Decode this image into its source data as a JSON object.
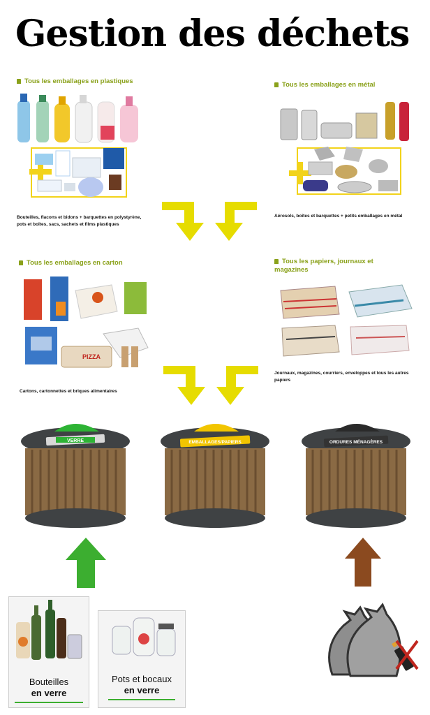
{
  "title": "Gestion des déchets",
  "sections": {
    "plastique": {
      "heading": "Tous les emballages en plastiques",
      "caption": "Bouteilles, flacons et bidons + barquettes en polystyrène, pots et boîtes, sacs, sachets et films plastiques"
    },
    "metal": {
      "heading": "Tous les emballages en métal",
      "caption": "Aérosols, boîtes et barquettes + petits emballages en métal"
    },
    "carton": {
      "heading": "Tous les emballages en carton",
      "caption": "Cartons, cartonnettes et briques alimentaires"
    },
    "papiers": {
      "heading": "Tous les papiers, journaux et magazines",
      "caption": "Journaux, magazines, courriers, enveloppes et tous les autres papiers"
    }
  },
  "bins": {
    "verre": {
      "label": "VERRE",
      "color": "#2db334"
    },
    "emballages": {
      "label": "EMBALLAGES/PAPIERS",
      "color": "#f2c500"
    },
    "ordures": {
      "label": "ORDURES MÉNAGÈRES",
      "color": "#333333"
    }
  },
  "glass": {
    "bouteilles": {
      "line1": "Bouteilles",
      "line2": "en verre"
    },
    "pots": {
      "line1": "Pots et bocaux",
      "line2": "en verre"
    }
  },
  "pizza_text": "PIZZA",
  "colors": {
    "accent": "#8aa11a",
    "arrow_yellow": "#e6dc00",
    "arrow_green": "#3cae30",
    "arrow_brown": "#8b4a1f"
  }
}
